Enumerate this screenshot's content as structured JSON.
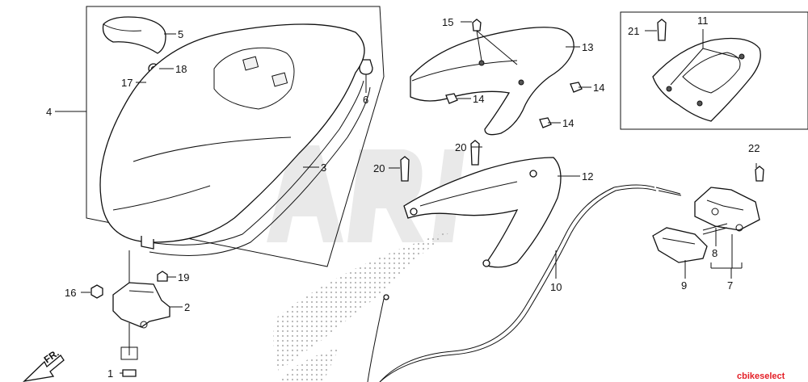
{
  "callouts": [
    {
      "id": "c5",
      "text": "5"
    },
    {
      "id": "c18",
      "text": "18"
    },
    {
      "id": "c17",
      "text": "17"
    },
    {
      "id": "c4",
      "text": "4"
    },
    {
      "id": "c6",
      "text": "6"
    },
    {
      "id": "c3",
      "text": "3"
    },
    {
      "id": "c15",
      "text": "15"
    },
    {
      "id": "c13",
      "text": "13"
    },
    {
      "id": "c14a",
      "text": "14"
    },
    {
      "id": "c14b",
      "text": "14"
    },
    {
      "id": "c14c",
      "text": "14"
    },
    {
      "id": "c21",
      "text": "21"
    },
    {
      "id": "c11",
      "text": "11"
    },
    {
      "id": "c20a",
      "text": "20"
    },
    {
      "id": "c20b",
      "text": "20"
    },
    {
      "id": "c12",
      "text": "12"
    },
    {
      "id": "c22",
      "text": "22"
    },
    {
      "id": "c16",
      "text": "16"
    },
    {
      "id": "c19",
      "text": "19"
    },
    {
      "id": "c2",
      "text": "2"
    },
    {
      "id": "c1",
      "text": "1"
    },
    {
      "id": "c10",
      "text": "10"
    },
    {
      "id": "c8",
      "text": "8"
    },
    {
      "id": "c9",
      "text": "9"
    },
    {
      "id": "c7",
      "text": "7"
    }
  ],
  "front_arrow_label": "FR.",
  "watermark_text": "ARI",
  "corner_watermark": "cbikeselect",
  "colors": {
    "line": "#111111",
    "watermark": "#d8d8d8",
    "brand_red": "#e41e26",
    "dots": "#b5b5b5"
  }
}
